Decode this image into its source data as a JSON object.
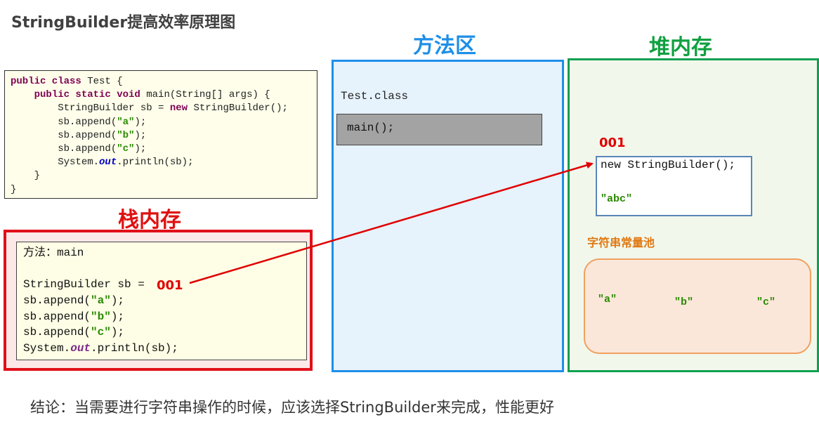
{
  "title": "StringBuilder提高效率原理图",
  "headings": {
    "method_area": "方法区",
    "heap": "堆内存",
    "stack": "栈内存"
  },
  "code": {
    "line1_kw": "public class",
    "line1_rest": " Test {",
    "line2_kw": "public static void",
    "line2_rest": " main(String[] args) {",
    "line3_pre": "StringBuilder sb = ",
    "line3_kw": "new",
    "line3_post": " StringBuilder();",
    "append_prefix": "sb.append(",
    "append_suffix": ");",
    "str_a": "\"a\"",
    "str_b": "\"b\"",
    "str_c": "\"c\"",
    "println_pre": "System.",
    "println_field": "out",
    "println_post": ".println(sb);",
    "close_inner": "}",
    "close_outer": "}"
  },
  "stack": {
    "method": "方法：main",
    "sb_decl": "StringBuilder sb = ",
    "ref": "001"
  },
  "method_area": {
    "class_name": "Test.class",
    "method": "main();"
  },
  "heap": {
    "ref": "001",
    "object_ctor": "new StringBuilder();",
    "object_value": "\"abc\"",
    "pool_label": "字符串常量池",
    "pool_items": [
      "\"a\"",
      "\"b\"",
      "\"c\""
    ]
  },
  "conclusion": "结论：当需要进行字符串操作的时候，应该选择StringBuilder来完成，性能更好",
  "colors": {
    "stack": "#e0101a",
    "method_area": "#1e8fe8",
    "heap": "#10a050",
    "arrow": "#e00000",
    "pool": "#f0a060"
  }
}
